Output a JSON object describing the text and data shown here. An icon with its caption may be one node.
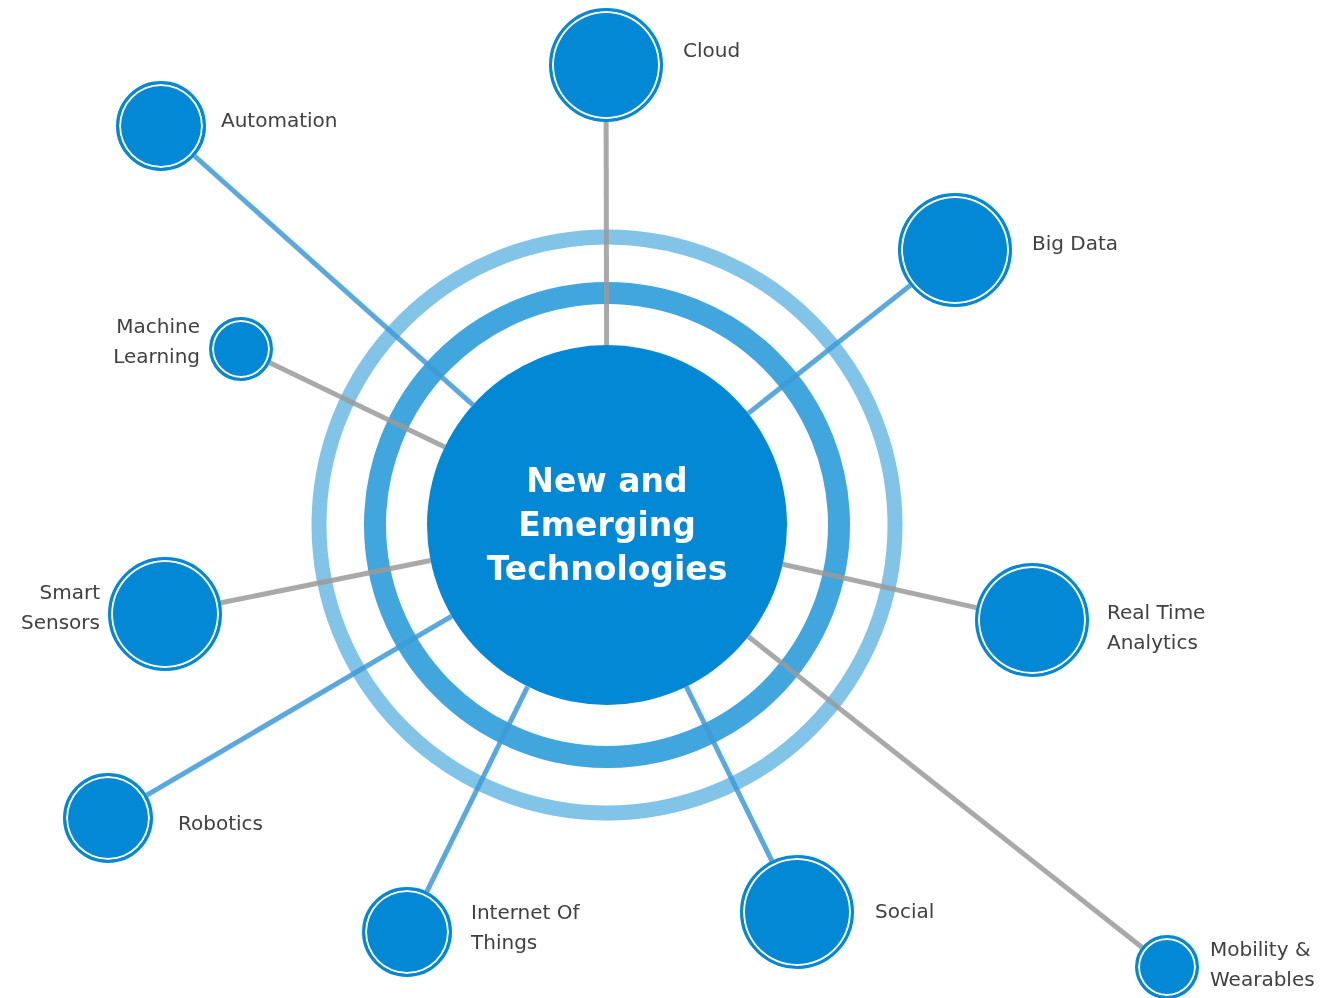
{
  "diagram": {
    "nodes": [
      {
        "text": [
          "New and Emerging Technologies"
        ]
      },
      {
        "text": [
          "Cloud"
        ]
      },
      {
        "text": [
          "Big Data"
        ]
      },
      {
        "text": [
          "Real Time Analytics"
        ]
      },
      {
        "text": [
          "Mobility & Wearables"
        ]
      },
      {
        "text": [
          "Social"
        ]
      },
      {
        "text": [
          "Internet Of Things"
        ]
      },
      {
        "text": [
          "Robotics"
        ]
      },
      {
        "text": [
          "Smart Sensors"
        ]
      },
      {
        "text": [
          "Machine Learning"
        ]
      },
      {
        "text": [
          "Automation"
        ]
      }
    ],
    "edges": [
      {
        "from": 0,
        "to": 1,
        "arrow": "none",
        "color": "#9a9a9a"
      },
      {
        "from": 0,
        "to": 2,
        "arrow": "none",
        "color": "#3d9ad6"
      },
      {
        "from": 0,
        "to": 3,
        "arrow": "none",
        "color": "#9a9a9a"
      },
      {
        "from": 0,
        "to": 4,
        "arrow": "none",
        "color": "#9a9a9a"
      },
      {
        "from": 0,
        "to": 5,
        "arrow": "none",
        "color": "#3d9ad6"
      },
      {
        "from": 0,
        "to": 6,
        "arrow": "none",
        "color": "#3d9ad6"
      },
      {
        "from": 0,
        "to": 7,
        "arrow": "none",
        "color": "#3d9ad6"
      },
      {
        "from": 0,
        "to": 8,
        "arrow": "none",
        "color": "#9a9a9a"
      },
      {
        "from": 0,
        "to": 9,
        "arrow": "none",
        "color": "#9a9a9a"
      },
      {
        "from": 0,
        "to": 10,
        "arrow": "none",
        "color": "#3d9ad6"
      }
    ]
  }
}
